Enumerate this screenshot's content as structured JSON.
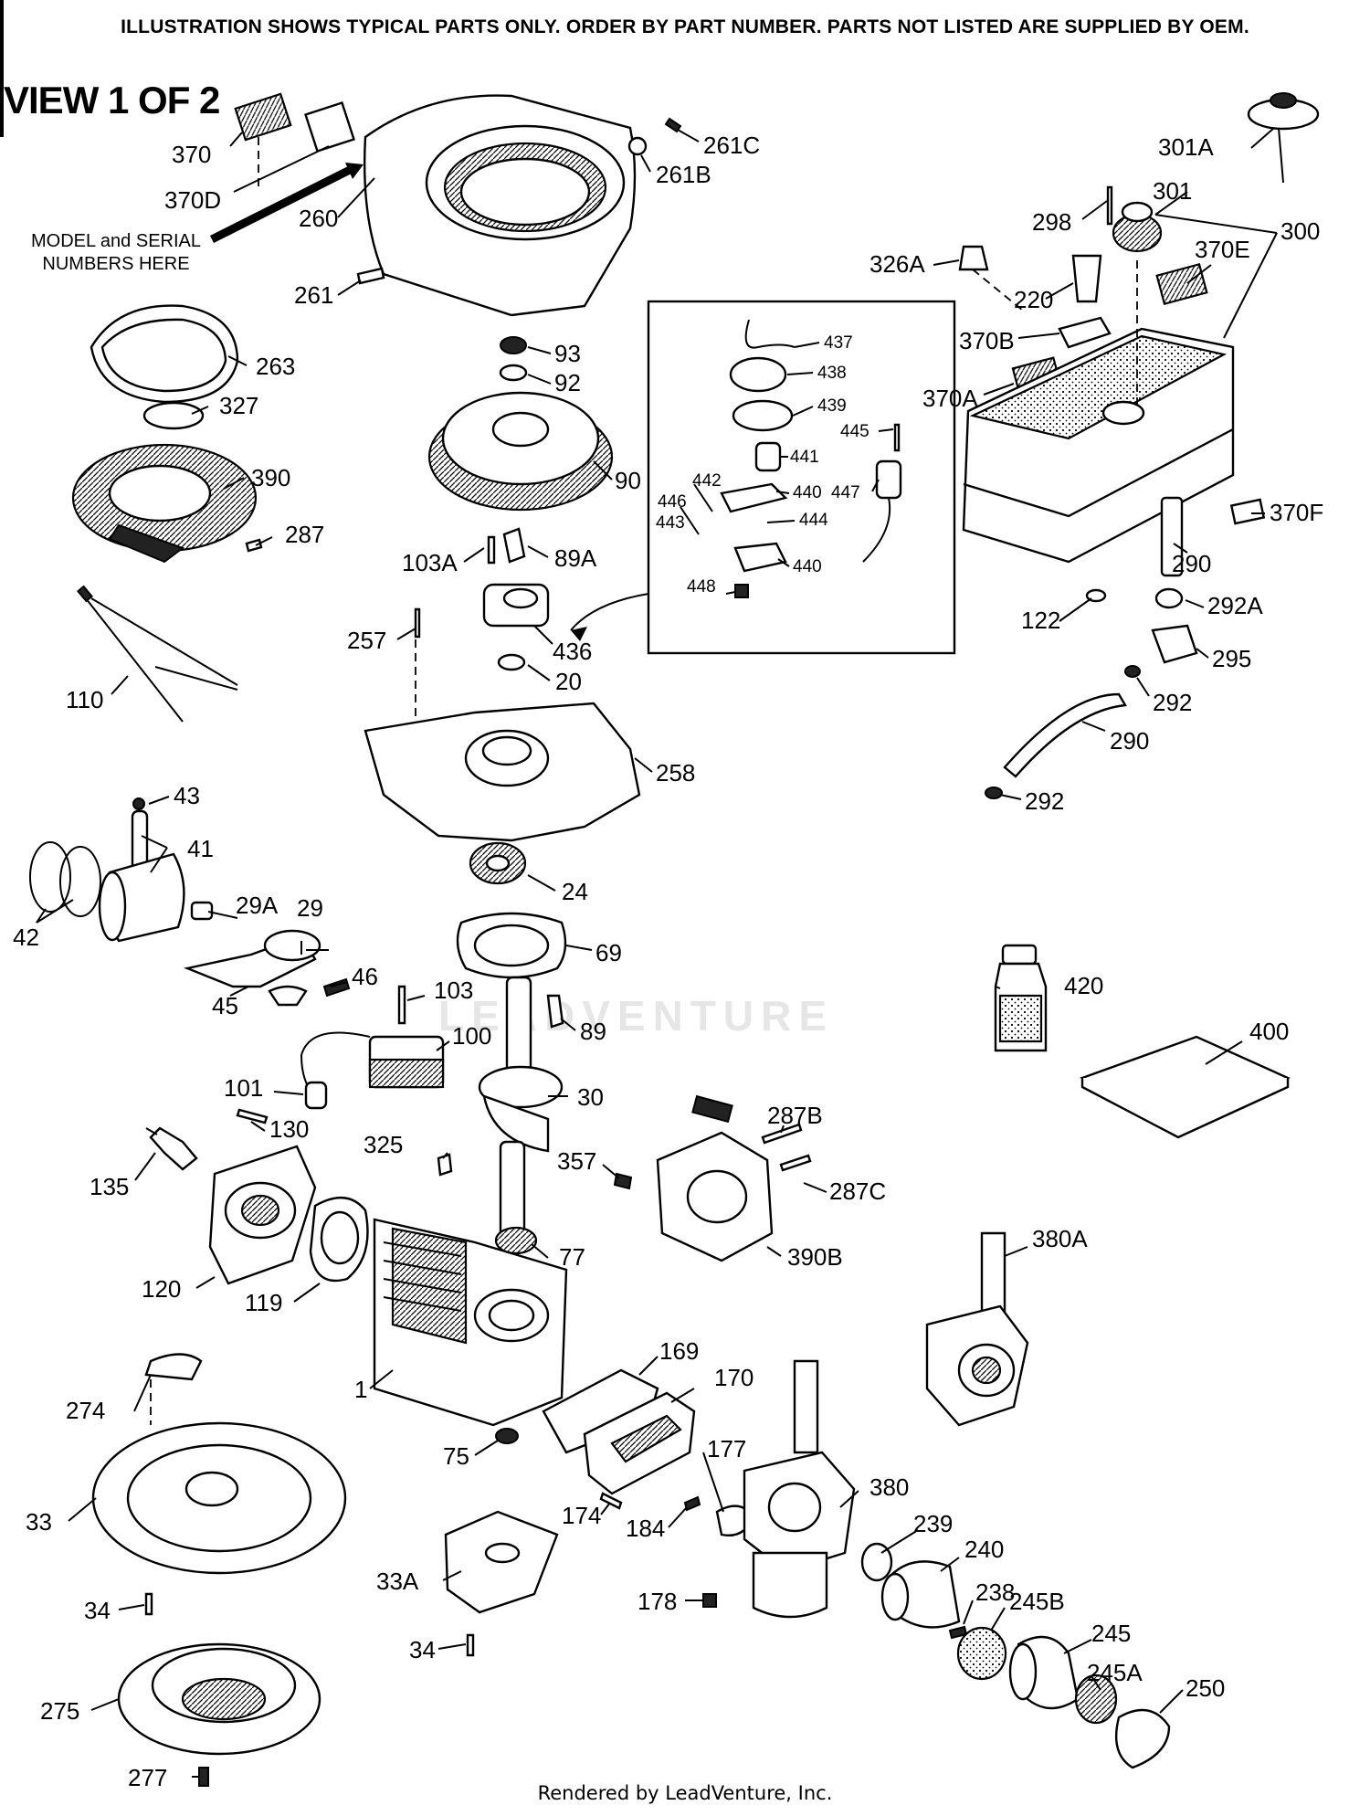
{
  "header": {
    "notice": "ILLUSTRATION SHOWS TYPICAL PARTS ONLY. ORDER BY PART NUMBER. PARTS NOT LISTED ARE SUPPLIED BY OEM.",
    "view": "VIEW 1 OF 2"
  },
  "annotations": {
    "model_serial": "MODEL and SERIAL NUMBERS HERE"
  },
  "watermark": "LEADVENTURE",
  "footer": "Rendered by LeadVenture, Inc.",
  "part_labels": [
    "370",
    "370D",
    "260",
    "261C",
    "261B",
    "261",
    "301A",
    "301",
    "298",
    "300",
    "326A",
    "220",
    "370E",
    "370B",
    "370A",
    "263",
    "327",
    "390",
    "287",
    "110",
    "93",
    "92",
    "90",
    "103A",
    "89A",
    "257",
    "436",
    "20",
    "437",
    "438",
    "439",
    "445",
    "441",
    "442",
    "446",
    "443",
    "440",
    "447",
    "444",
    "448",
    "370F",
    "290",
    "122",
    "292A",
    "295",
    "292",
    "258",
    "43",
    "41",
    "42",
    "29A",
    "29",
    "24",
    "69",
    "46",
    "45",
    "103",
    "89",
    "100",
    "101",
    "30",
    "130",
    "325",
    "135",
    "287B",
    "357",
    "287C",
    "390B",
    "77",
    "120",
    "119",
    "380A",
    "420",
    "400",
    "1",
    "169",
    "170",
    "274",
    "33",
    "75",
    "177",
    "174",
    "184",
    "380",
    "239",
    "240",
    "33A",
    "178",
    "238",
    "245B",
    "34",
    "245",
    "245A",
    "250",
    "275",
    "277"
  ]
}
